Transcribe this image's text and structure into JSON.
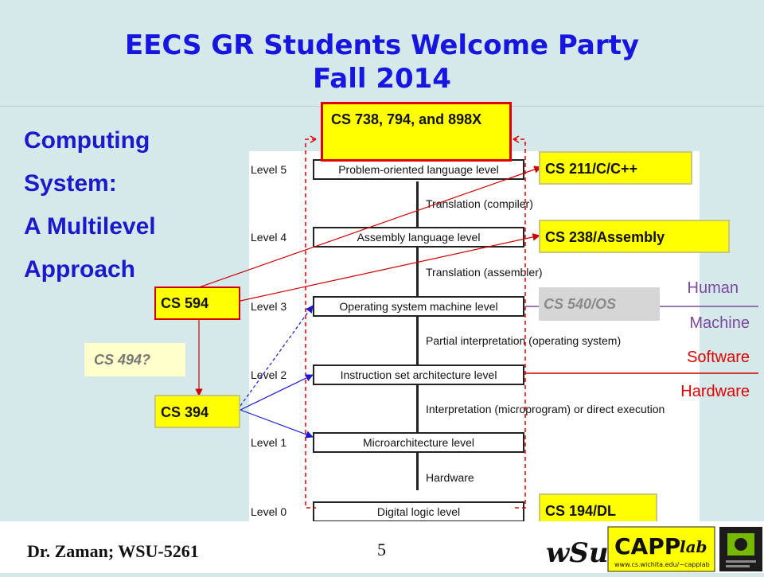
{
  "title": {
    "line1": "EECS GR Students Welcome Party",
    "line2": "Fall 2014"
  },
  "left_heading": [
    "Computing",
    "System:",
    "A Multilevel",
    "Approach"
  ],
  "levels": [
    {
      "label": "Level 5",
      "box": "Problem-oriented language level"
    },
    {
      "label": "Level 4",
      "box": "Assembly language level"
    },
    {
      "label": "Level 3",
      "box": "Operating system machine level"
    },
    {
      "label": "Level 2",
      "box": "Instruction set architecture level"
    },
    {
      "label": "Level 1",
      "box": "Microarchitecture level"
    },
    {
      "label": "Level 0",
      "box": "Digital logic level"
    }
  ],
  "translations": [
    "Translation (compiler)",
    "Translation (assembler)",
    "Partial interpretation (operating system)",
    "Interpretation (microprogram) or direct execution",
    "Hardware"
  ],
  "tags": {
    "cs738": "CS 738, 794, and 898X",
    "cs211": "CS 211/C/C++",
    "cs238": "CS 238/Assembly",
    "cs540": "CS 540/OS",
    "cs594": "CS 594",
    "cs494": "CS 494?",
    "cs394": "CS 394",
    "cs194": "CS 194/DL"
  },
  "side_labels": {
    "human": "Human",
    "machine": "Machine",
    "software": "Software",
    "hardware": "Hardware"
  },
  "footer": {
    "author": "Dr. Zaman; WSU-5261",
    "page": "5",
    "wsu_logo": "WSU",
    "capp_logo": "CAPPlab",
    "capp_url": "www.cs.wichita.edu/~capplab"
  },
  "colors": {
    "title": "#1616e0",
    "heading": "#1a1acc",
    "yellow": "#ffff00",
    "red": "#e00000",
    "blue": "#1a1acc"
  }
}
